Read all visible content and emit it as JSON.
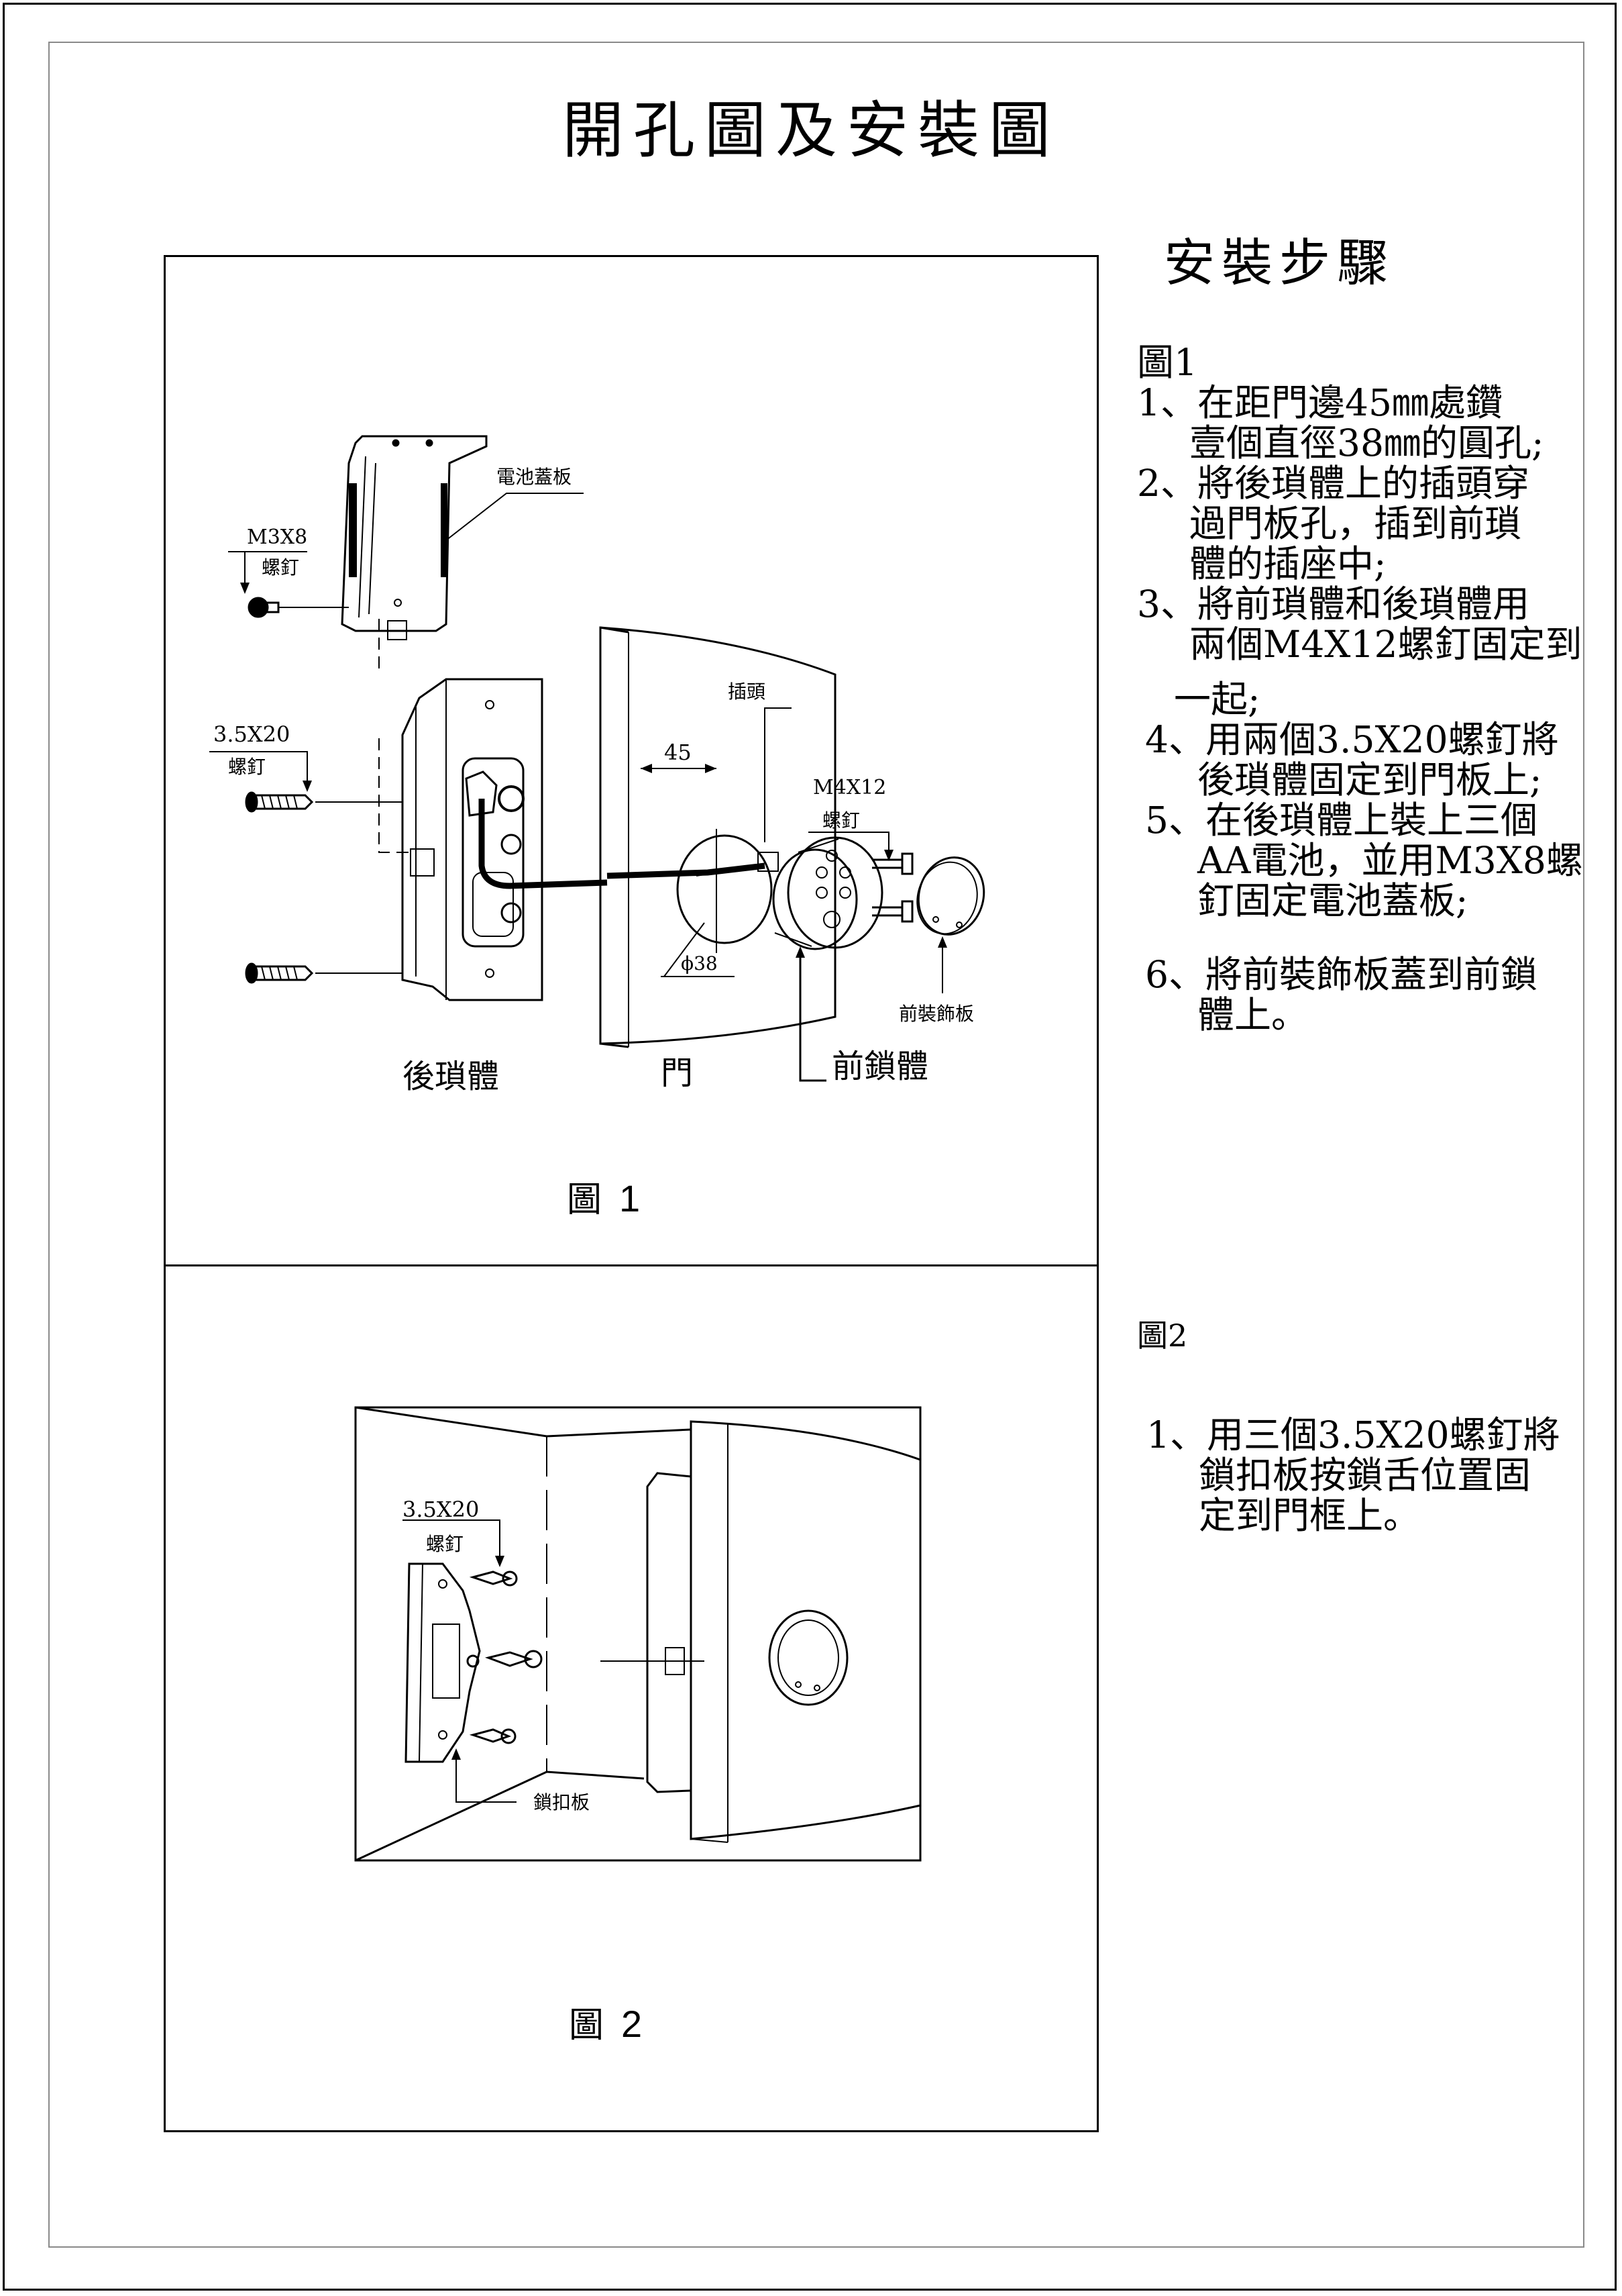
{
  "title": "開孔圖及安裝圖",
  "steps_title": "安裝步驟",
  "figure1": {
    "caption_word": "圖",
    "caption_number": "1",
    "labels": {
      "battery_cover": "電池蓋板",
      "m3x8": "M3X8",
      "m3x8_screw": "螺釘",
      "screw_3520": "3.5X20",
      "screw_3520_word": "螺釘",
      "plug": "插頭",
      "dim_45": "45",
      "m4x12": "M4X12",
      "m4x12_screw": "螺釘",
      "dia_38": "ϕ38",
      "front_trim": "前裝飾板",
      "rear_body": "後瑣體",
      "door": "門",
      "front_body": "前鎖體"
    }
  },
  "figure2": {
    "caption_word": "圖",
    "caption_number": "2",
    "labels": {
      "screw_3520": "3.5X20",
      "screw_word": "螺釘",
      "strike_plate": "鎖扣板"
    }
  },
  "instructions1": {
    "heading": "圖1",
    "items": [
      {
        "num": "1、",
        "lines": [
          "在距門邊45㎜處鑽",
          "壹個直徑38㎜的圓孔;"
        ]
      },
      {
        "num": "2、",
        "lines": [
          "將後瑣體上的插頭穿",
          "過門板孔，插到前瑣",
          "體的插座中;"
        ]
      },
      {
        "num": "3、",
        "lines": [
          "將前瑣體和後瑣體用",
          "兩個M4X12螺釘固定到"
        ],
        "tail": "一起;"
      },
      {
        "num": "4、",
        "lines": [
          "用兩個3.5X20螺釘將",
          "後瑣體固定到門板上;"
        ]
      },
      {
        "num": "5、",
        "lines": [
          "在後瑣體上裝上三個",
          "AA電池，並用M3X8螺",
          "釘固定電池蓋板;"
        ]
      },
      {
        "num": "6、",
        "lines": [
          "將前裝飾板蓋到前鎖",
          "體上。"
        ]
      }
    ]
  },
  "instructions2": {
    "heading": "圖2",
    "items": [
      {
        "num": "1、",
        "lines": [
          "用三個3.5X20螺釘將",
          "鎖扣板按鎖舌位置固",
          "定到門框上。"
        ]
      }
    ]
  }
}
